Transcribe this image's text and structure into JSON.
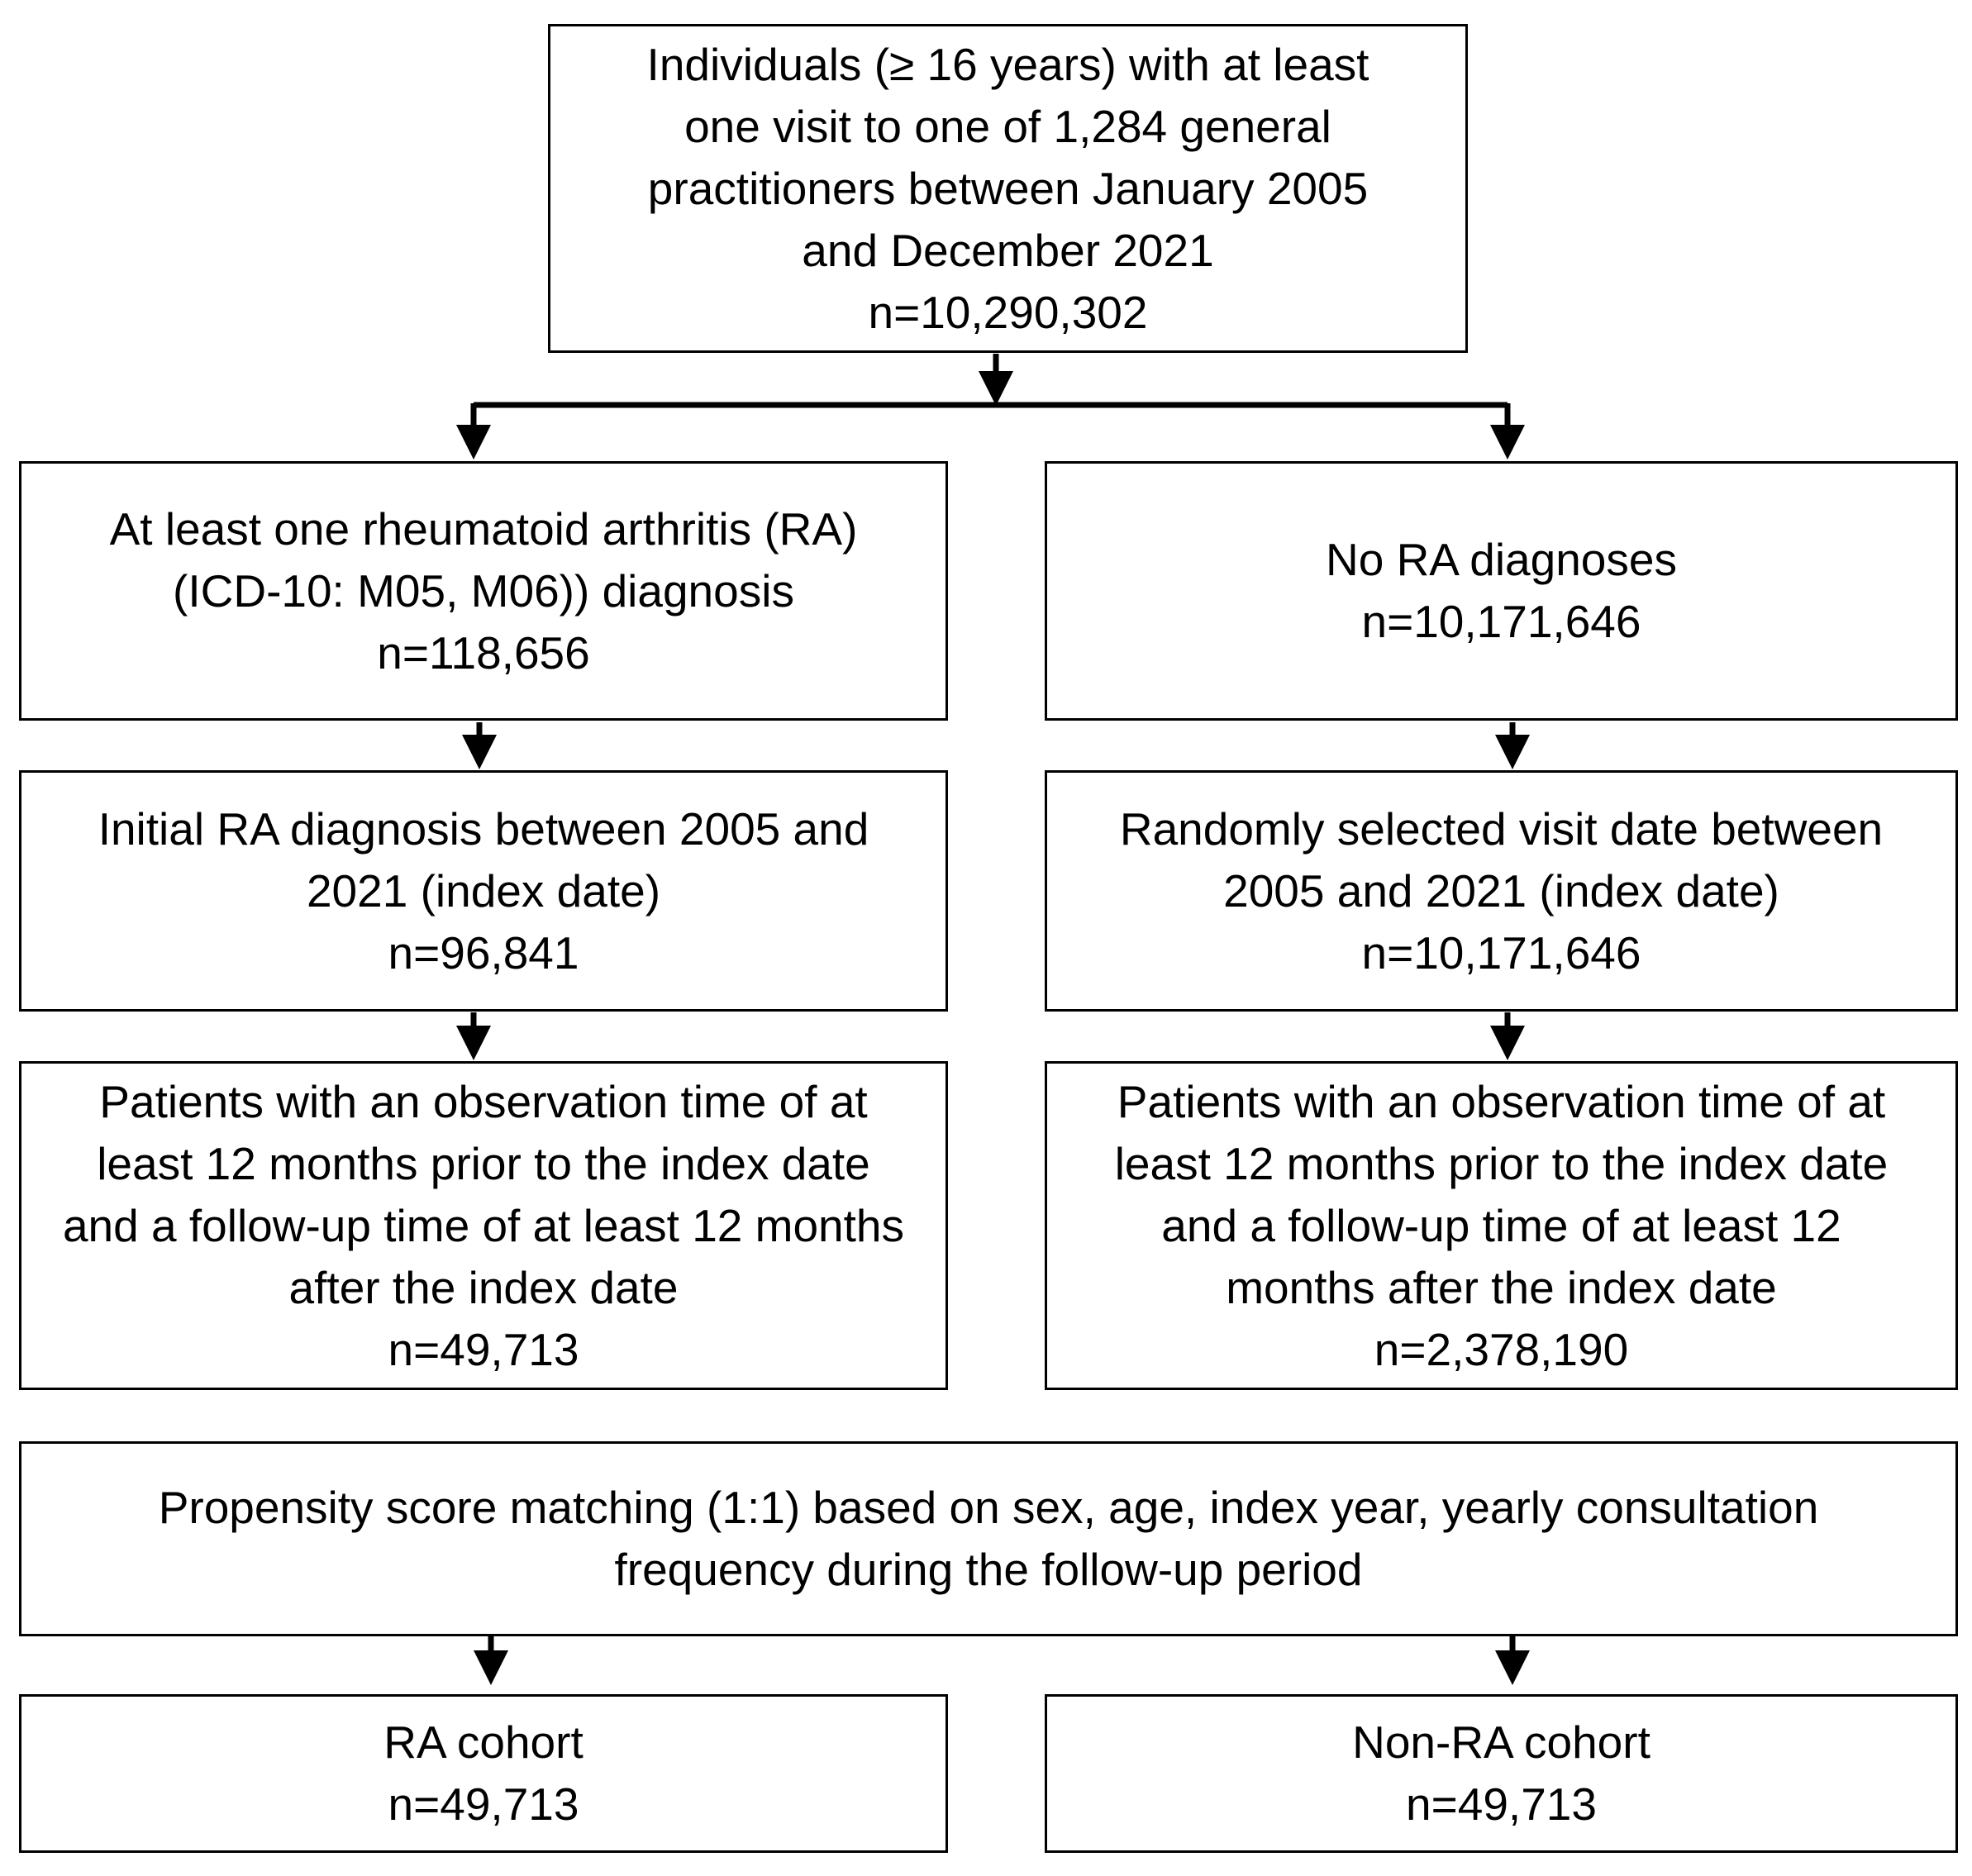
{
  "flowchart": {
    "top": {
      "lines": [
        "Individuals (≥ 16 years) with at least",
        "one visit to one of 1,284 general",
        "practitioners between January 2005",
        "and December 2021"
      ],
      "count": "n=10,290,302"
    },
    "left": [
      {
        "lines": [
          "At least one rheumatoid arthritis (RA)",
          "(ICD-10: M05, M06)) diagnosis"
        ],
        "count": "n=118,656"
      },
      {
        "lines": [
          "Initial RA diagnosis between 2005 and",
          "2021 (index date)"
        ],
        "count": "n=96,841"
      },
      {
        "lines": [
          "Patients with an observation time of at",
          "least 12 months prior to the index date",
          "and a follow-up time of at least 12 months",
          "after the index date"
        ],
        "count": "n=49,713"
      }
    ],
    "right": [
      {
        "lines": [
          "No RA diagnoses"
        ],
        "count": "n=10,171,646"
      },
      {
        "lines": [
          "Randomly selected visit date between",
          "2005 and 2021 (index date)"
        ],
        "count": "n=10,171,646"
      },
      {
        "lines": [
          "Patients with an observation time of at",
          "least 12 months prior to the index date",
          "and a follow-up time of at least 12",
          "months after the index date"
        ],
        "count": "n=2,378,190"
      }
    ],
    "matching": {
      "lines": [
        "Propensity score matching (1:1) based on sex, age, index year, yearly consultation",
        "frequency during the follow-up period"
      ]
    },
    "cohorts": [
      {
        "label": "RA cohort",
        "count": "n=49,713"
      },
      {
        "label": "Non-RA cohort",
        "count": "n=49,713"
      }
    ]
  }
}
